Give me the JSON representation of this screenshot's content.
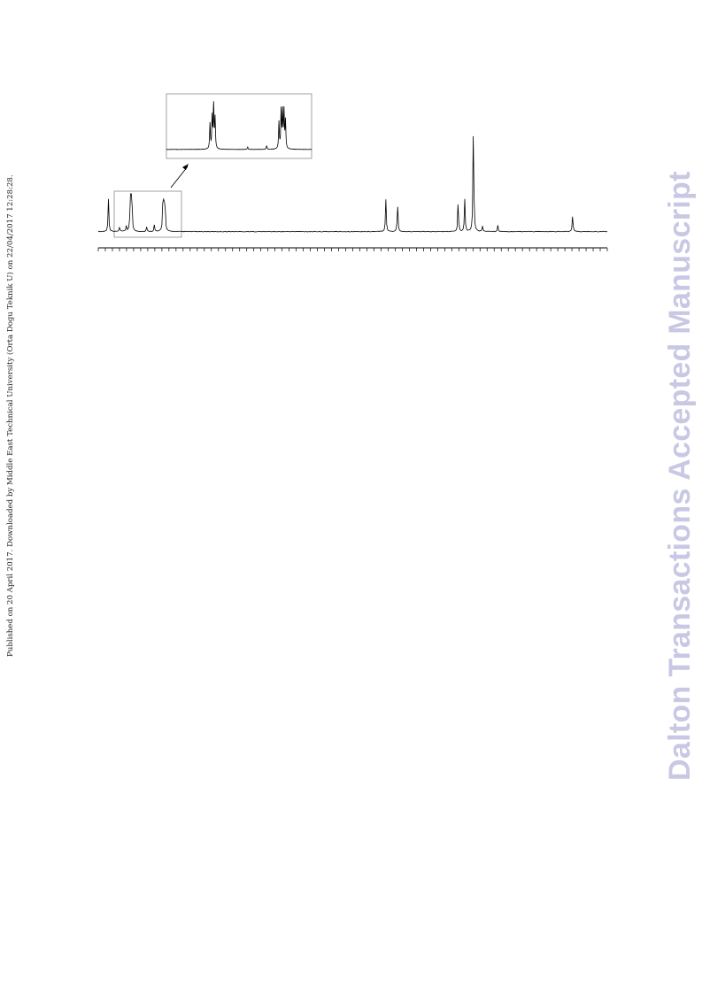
{
  "page": {
    "side_note": "Published on 20 April 2017. Downloaded by Middle East Technical University (Orta Dogu Teknik U) on 22/04/2017 12:28:28.",
    "watermark": "Dalton Transactions Accepted Manuscript"
  },
  "spectrum": {
    "description_shown": "1D NMR-style spectrum with an inset enlargement of the boxed region",
    "colors": {
      "trace": "#000000",
      "box": "#8a8a8a",
      "watermark": "#c8c8e4"
    },
    "x_ticks_count": 72,
    "main_peaks": [
      {
        "pos": 0.02,
        "height": 0.3
      },
      {
        "pos": 0.065,
        "height": 0.09
      },
      {
        "pos": 0.065,
        "height": 0.09
      },
      {
        "pos": 0.055,
        "height": 0.05
      },
      {
        "pos": 0.042,
        "height": 0.04
      },
      {
        "pos": 0.063,
        "height": 0.32
      },
      {
        "pos": 0.066,
        "height": 0.26
      },
      {
        "pos": 0.095,
        "height": 0.04
      },
      {
        "pos": 0.11,
        "height": 0.06
      },
      {
        "pos": 0.127,
        "height": 0.25
      },
      {
        "pos": 0.129,
        "height": 0.3
      },
      {
        "pos": 0.131,
        "height": 0.27
      },
      {
        "pos": 0.565,
        "height": 0.3
      },
      {
        "pos": 0.588,
        "height": 0.26
      },
      {
        "pos": 0.707,
        "height": 0.28
      },
      {
        "pos": 0.72,
        "height": 0.3
      },
      {
        "pos": 0.737,
        "height": 1.0
      },
      {
        "pos": 0.755,
        "height": 0.05
      },
      {
        "pos": 0.785,
        "height": 0.06
      },
      {
        "pos": 0.932,
        "height": 0.16
      }
    ],
    "inset_peaks": [
      {
        "pos": 0.3,
        "height": 0.55
      },
      {
        "pos": 0.315,
        "height": 0.68
      },
      {
        "pos": 0.325,
        "height": 1.0
      },
      {
        "pos": 0.335,
        "height": 0.65
      },
      {
        "pos": 0.775,
        "height": 0.58
      },
      {
        "pos": 0.79,
        "height": 0.82
      },
      {
        "pos": 0.8,
        "height": 0.78
      },
      {
        "pos": 0.81,
        "height": 0.8
      },
      {
        "pos": 0.82,
        "height": 0.6
      },
      {
        "pos": 0.69,
        "height": 0.08
      },
      {
        "pos": 0.56,
        "height": 0.05
      }
    ]
  }
}
